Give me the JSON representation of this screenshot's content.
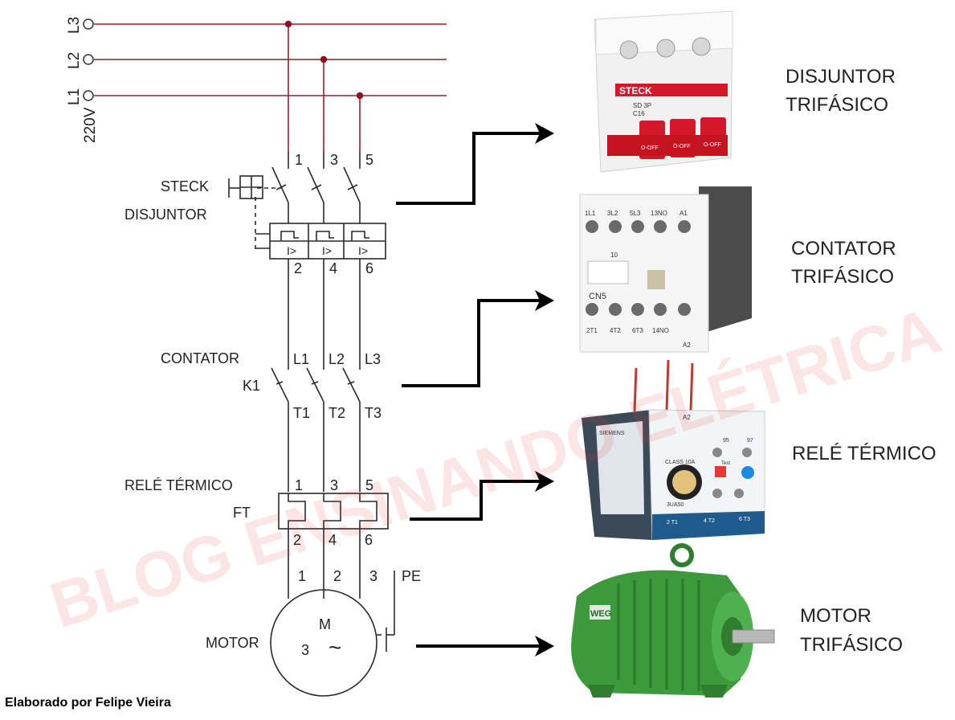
{
  "watermark": "BLOG ENSINANDO ELÉTRICA",
  "supply": {
    "lines": [
      "L3",
      "L2",
      "L1"
    ],
    "voltage": "220V"
  },
  "breaker": {
    "label_top": "STECK",
    "label_bottom": "DISJUNTOR",
    "terminals_top": [
      "1",
      "3",
      "5"
    ],
    "terminals_bottom": [
      "2",
      "4",
      "6"
    ],
    "trip_symbol": "I>"
  },
  "contactor": {
    "label": "CONTATOR",
    "tag": "K1",
    "terminals_top": [
      "L1",
      "L2",
      "L3"
    ],
    "terminals_bottom": [
      "T1",
      "T2",
      "T3"
    ]
  },
  "relay": {
    "label": "RELÉ TÉRMICO",
    "tag": "FT",
    "terminals_top": [
      "1",
      "3",
      "5"
    ],
    "terminals_bottom": [
      "2",
      "4",
      "6"
    ]
  },
  "motor": {
    "label": "MOTOR",
    "terminals": [
      "1",
      "2",
      "3"
    ],
    "pe": "PE",
    "symbol_m": "M",
    "symbol_3": "3",
    "symbol_ac": "~"
  },
  "photos": {
    "breaker": {
      "brand": "STECK",
      "info_1": "SD 3P",
      "info_2": "C16",
      "off_labels": [
        "O-OFF",
        "O-OFF",
        "O-OFF"
      ],
      "caption": [
        "DISJUNTOR",
        "TRIFÁSICO"
      ]
    },
    "contactor": {
      "top_terminals": [
        "1L1",
        "3L2",
        "5L3",
        "13NO",
        "A1"
      ],
      "rating": "10",
      "model": "CN5",
      "bottom_terminals": [
        "2T1",
        "4T2",
        "6T3",
        "14NO",
        "A2"
      ],
      "caption": [
        "CONTATOR",
        "TRIFÁSICO"
      ]
    },
    "relay": {
      "brand": "SIEMENS",
      "class": "CLASS 10A",
      "model": "3UA50",
      "top_terminal": "A2",
      "side_1": "95",
      "side_2": "97",
      "bottom_terminals": [
        "2 T1",
        "4 T2",
        "6 T3"
      ],
      "test": "Test",
      "caption": [
        "RELÉ TÉRMICO"
      ]
    },
    "motor": {
      "brand": "WEG",
      "caption": [
        "MOTOR",
        "TRIFÁSICO"
      ]
    }
  },
  "footer": "Elaborado por Felipe Vieira",
  "colors": {
    "supply_line": "#9e1c28",
    "junction": "#8e1020",
    "circuit": "#2a2a2a",
    "arrow": "#000000",
    "breaker_red": "#d4182b",
    "motor_green": "#3c9a3c"
  }
}
